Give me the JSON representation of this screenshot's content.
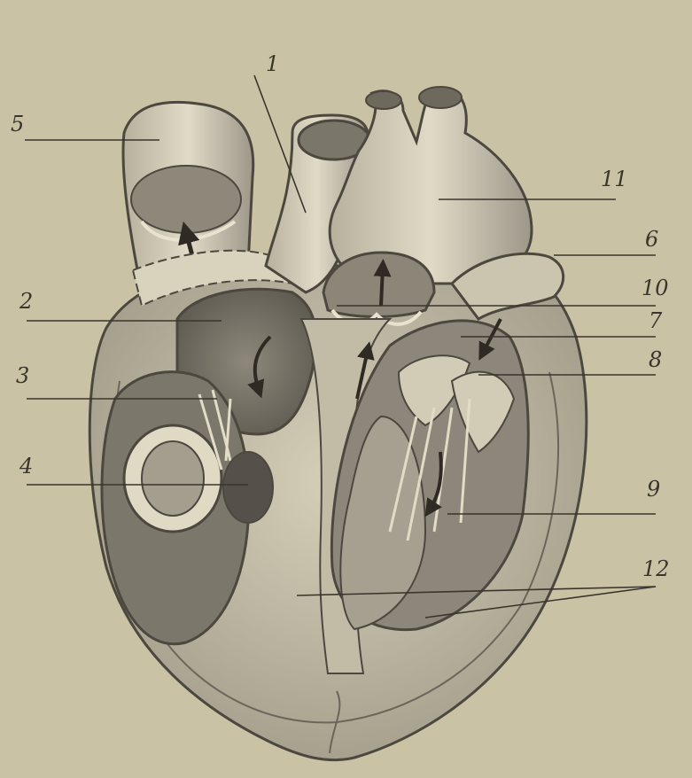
{
  "figure": {
    "labels": [
      {
        "id": "label-1",
        "text": "1"
      },
      {
        "id": "label-2",
        "text": "2"
      },
      {
        "id": "label-3",
        "text": "3"
      },
      {
        "id": "label-4",
        "text": "4"
      },
      {
        "id": "label-5",
        "text": "5"
      },
      {
        "id": "label-6",
        "text": "6"
      },
      {
        "id": "label-7",
        "text": "7"
      },
      {
        "id": "label-8",
        "text": "8"
      },
      {
        "id": "label-9",
        "text": "9"
      },
      {
        "id": "label-10",
        "text": "10"
      },
      {
        "id": "label-11",
        "text": "11"
      },
      {
        "id": "label-12",
        "text": "12"
      }
    ],
    "colors": {
      "paper": "#c9c2a4",
      "ink": "#3a352c",
      "tissue_dark": "#6e6a5e",
      "tissue_mid": "#9d978a",
      "tissue_light": "#d8d2bd"
    }
  }
}
